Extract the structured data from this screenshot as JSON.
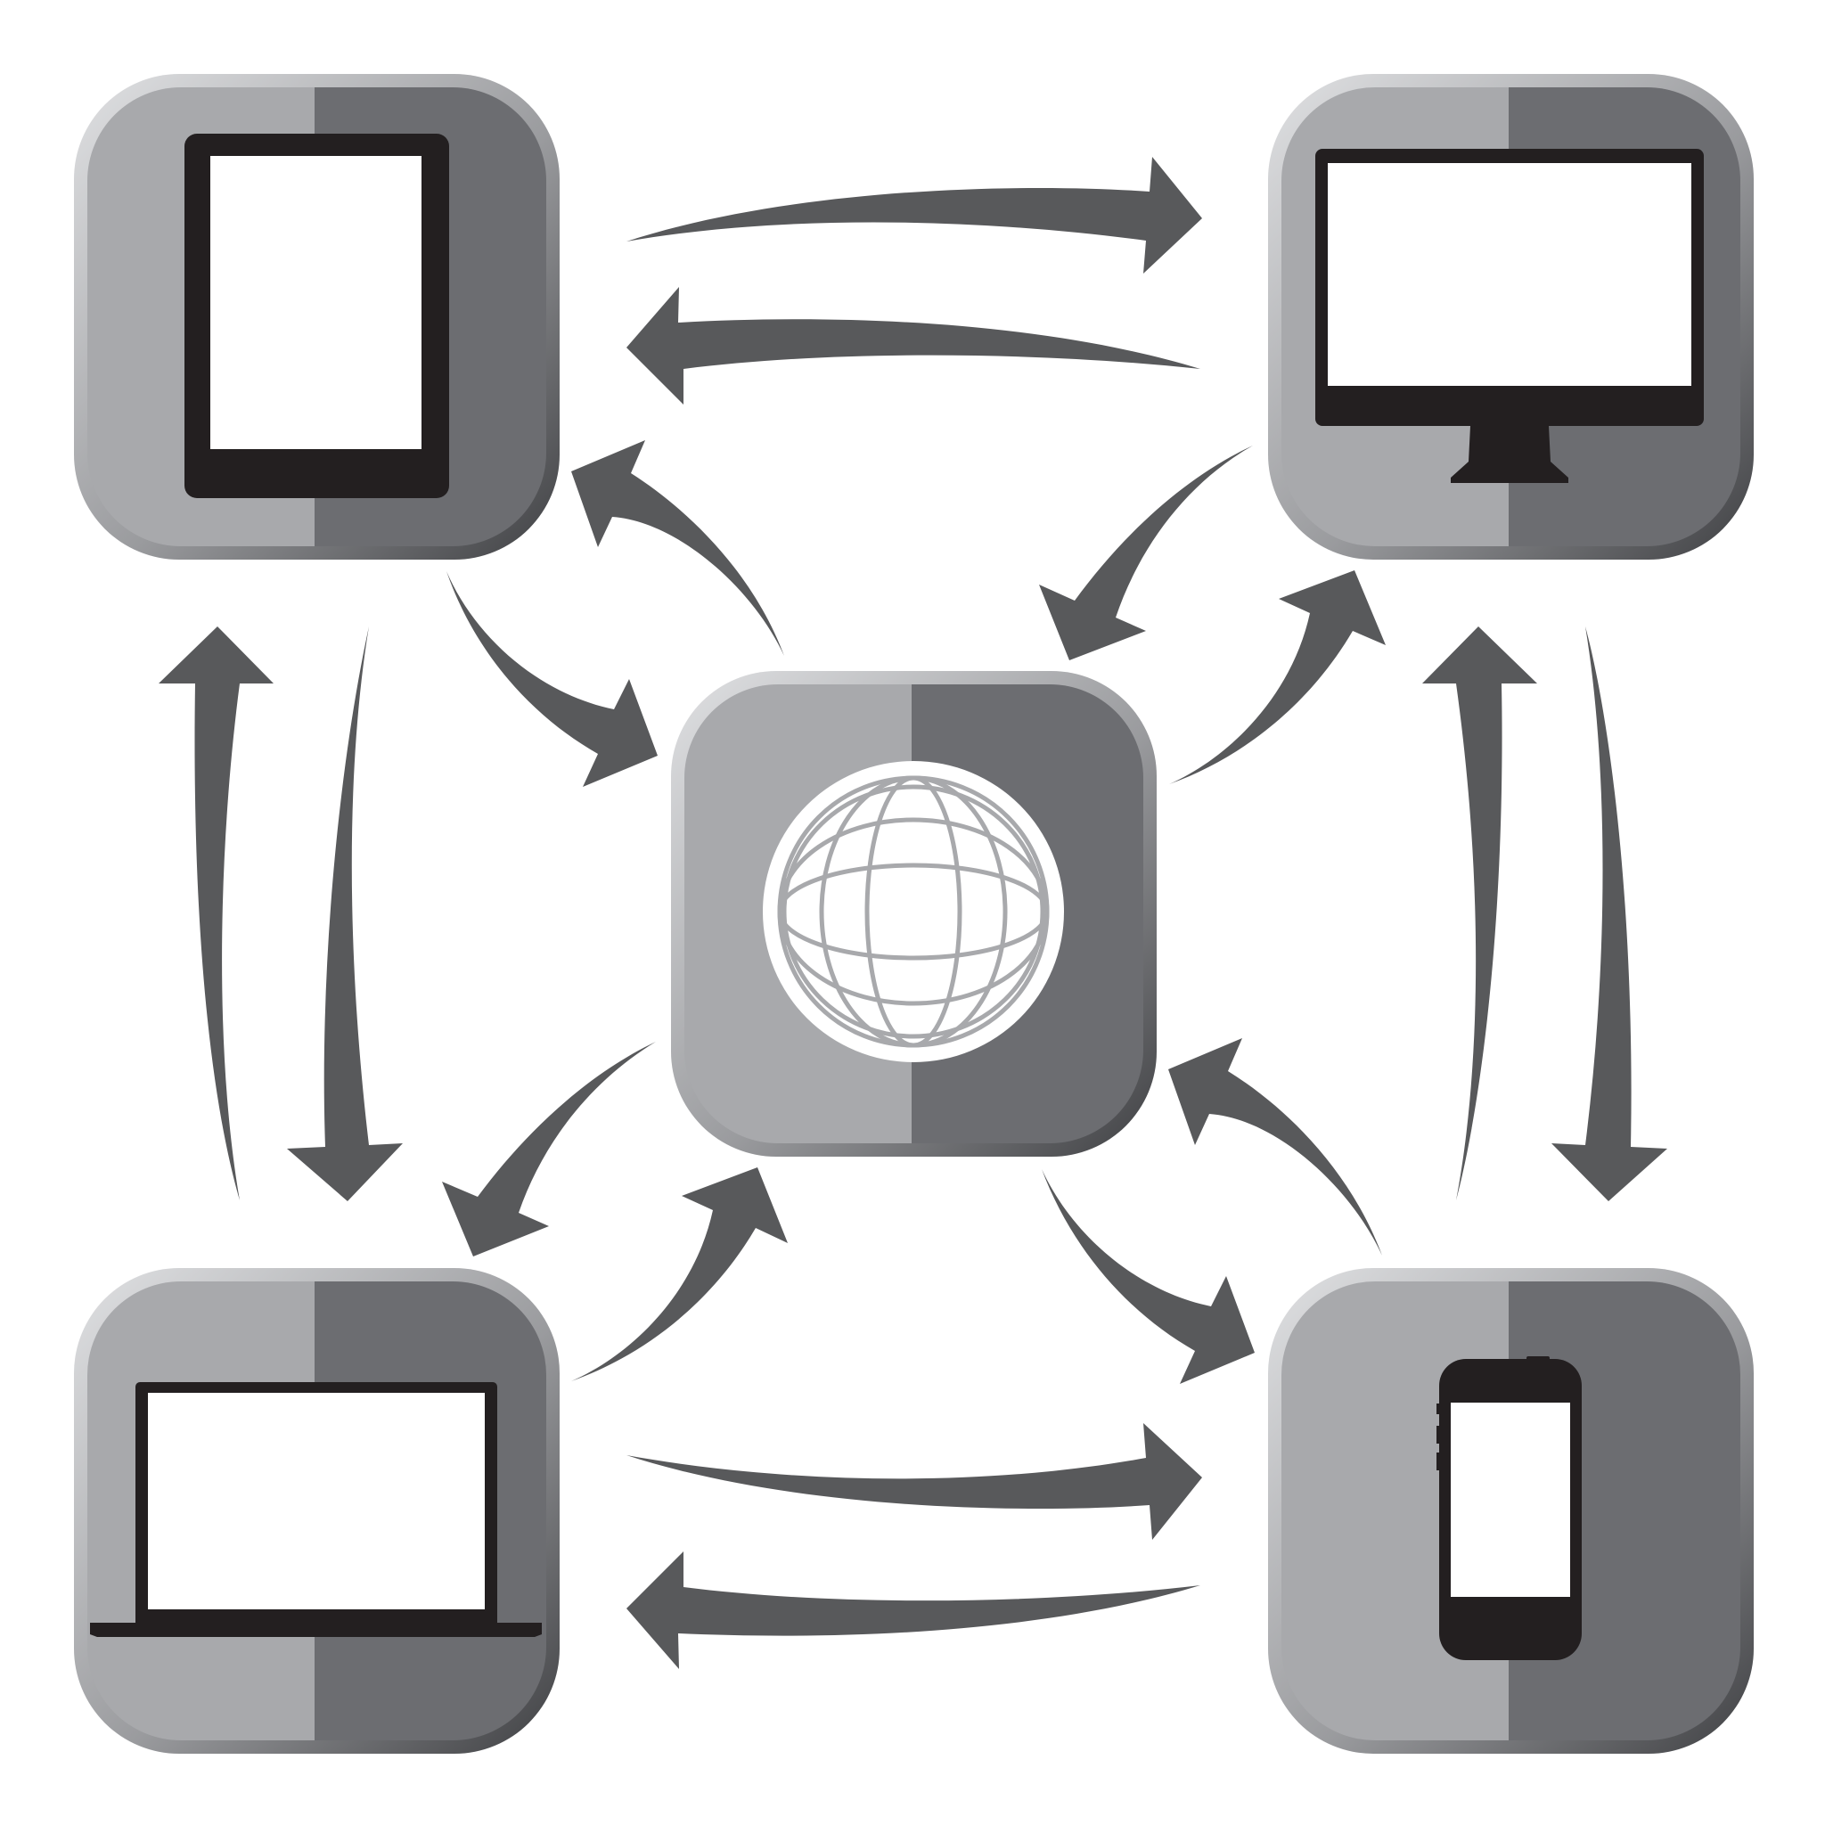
{
  "colors": {
    "background": "#ffffff",
    "tile_light": "#a8a9ac",
    "tile_dark": "#6c6d71",
    "tile_rim_light": "#d2d3d5",
    "tile_rim_dark": "#4b4c4f",
    "arrow": "#58595b",
    "device": "#231f20",
    "screen": "#ffffff",
    "globe_line": "#a8a9ac"
  },
  "nodes": [
    {
      "id": "tablet",
      "icon": "tablet-icon"
    },
    {
      "id": "monitor",
      "icon": "desktop-monitor-icon"
    },
    {
      "id": "internet",
      "icon": "globe-icon"
    },
    {
      "id": "laptop",
      "icon": "laptop-icon"
    },
    {
      "id": "smartphone",
      "icon": "smartphone-icon"
    }
  ],
  "connections": [
    {
      "from": "tablet",
      "to": "monitor"
    },
    {
      "from": "monitor",
      "to": "tablet"
    },
    {
      "from": "laptop",
      "to": "smartphone"
    },
    {
      "from": "smartphone",
      "to": "laptop"
    },
    {
      "from": "laptop",
      "to": "tablet"
    },
    {
      "from": "tablet",
      "to": "laptop"
    },
    {
      "from": "smartphone",
      "to": "monitor"
    },
    {
      "from": "monitor",
      "to": "smartphone"
    },
    {
      "from": "internet",
      "to": "tablet"
    },
    {
      "from": "tablet",
      "to": "internet"
    },
    {
      "from": "internet",
      "to": "monitor"
    },
    {
      "from": "monitor",
      "to": "internet"
    },
    {
      "from": "internet",
      "to": "laptop"
    },
    {
      "from": "laptop",
      "to": "internet"
    },
    {
      "from": "internet",
      "to": "smartphone"
    },
    {
      "from": "smartphone",
      "to": "internet"
    }
  ]
}
